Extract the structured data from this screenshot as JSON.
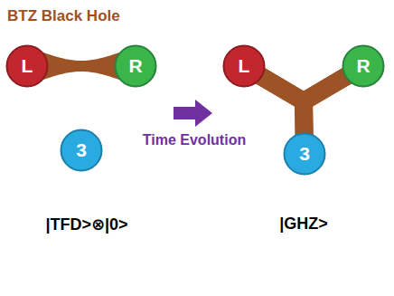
{
  "diagram": {
    "title": "BTZ Black Hole",
    "nodes": [
      {
        "text": [
          "L"
        ]
      },
      {
        "text": [
          "R"
        ]
      },
      {
        "text": [
          "3"
        ]
      },
      {
        "text": [
          "L"
        ]
      },
      {
        "text": [
          "R"
        ]
      },
      {
        "text": [
          "3"
        ]
      }
    ],
    "edges": [
      {
        "from": 0,
        "to": 1,
        "arrow": "none"
      },
      {
        "from": 3,
        "to": 4,
        "arrow": "none"
      },
      {
        "from": 3,
        "to": 5,
        "arrow": "none"
      },
      {
        "from": 4,
        "to": 5,
        "arrow": "none"
      }
    ],
    "labels": [
      "Time Evolution",
      "|TFD>⊗|0>",
      "|GHZ>"
    ]
  }
}
